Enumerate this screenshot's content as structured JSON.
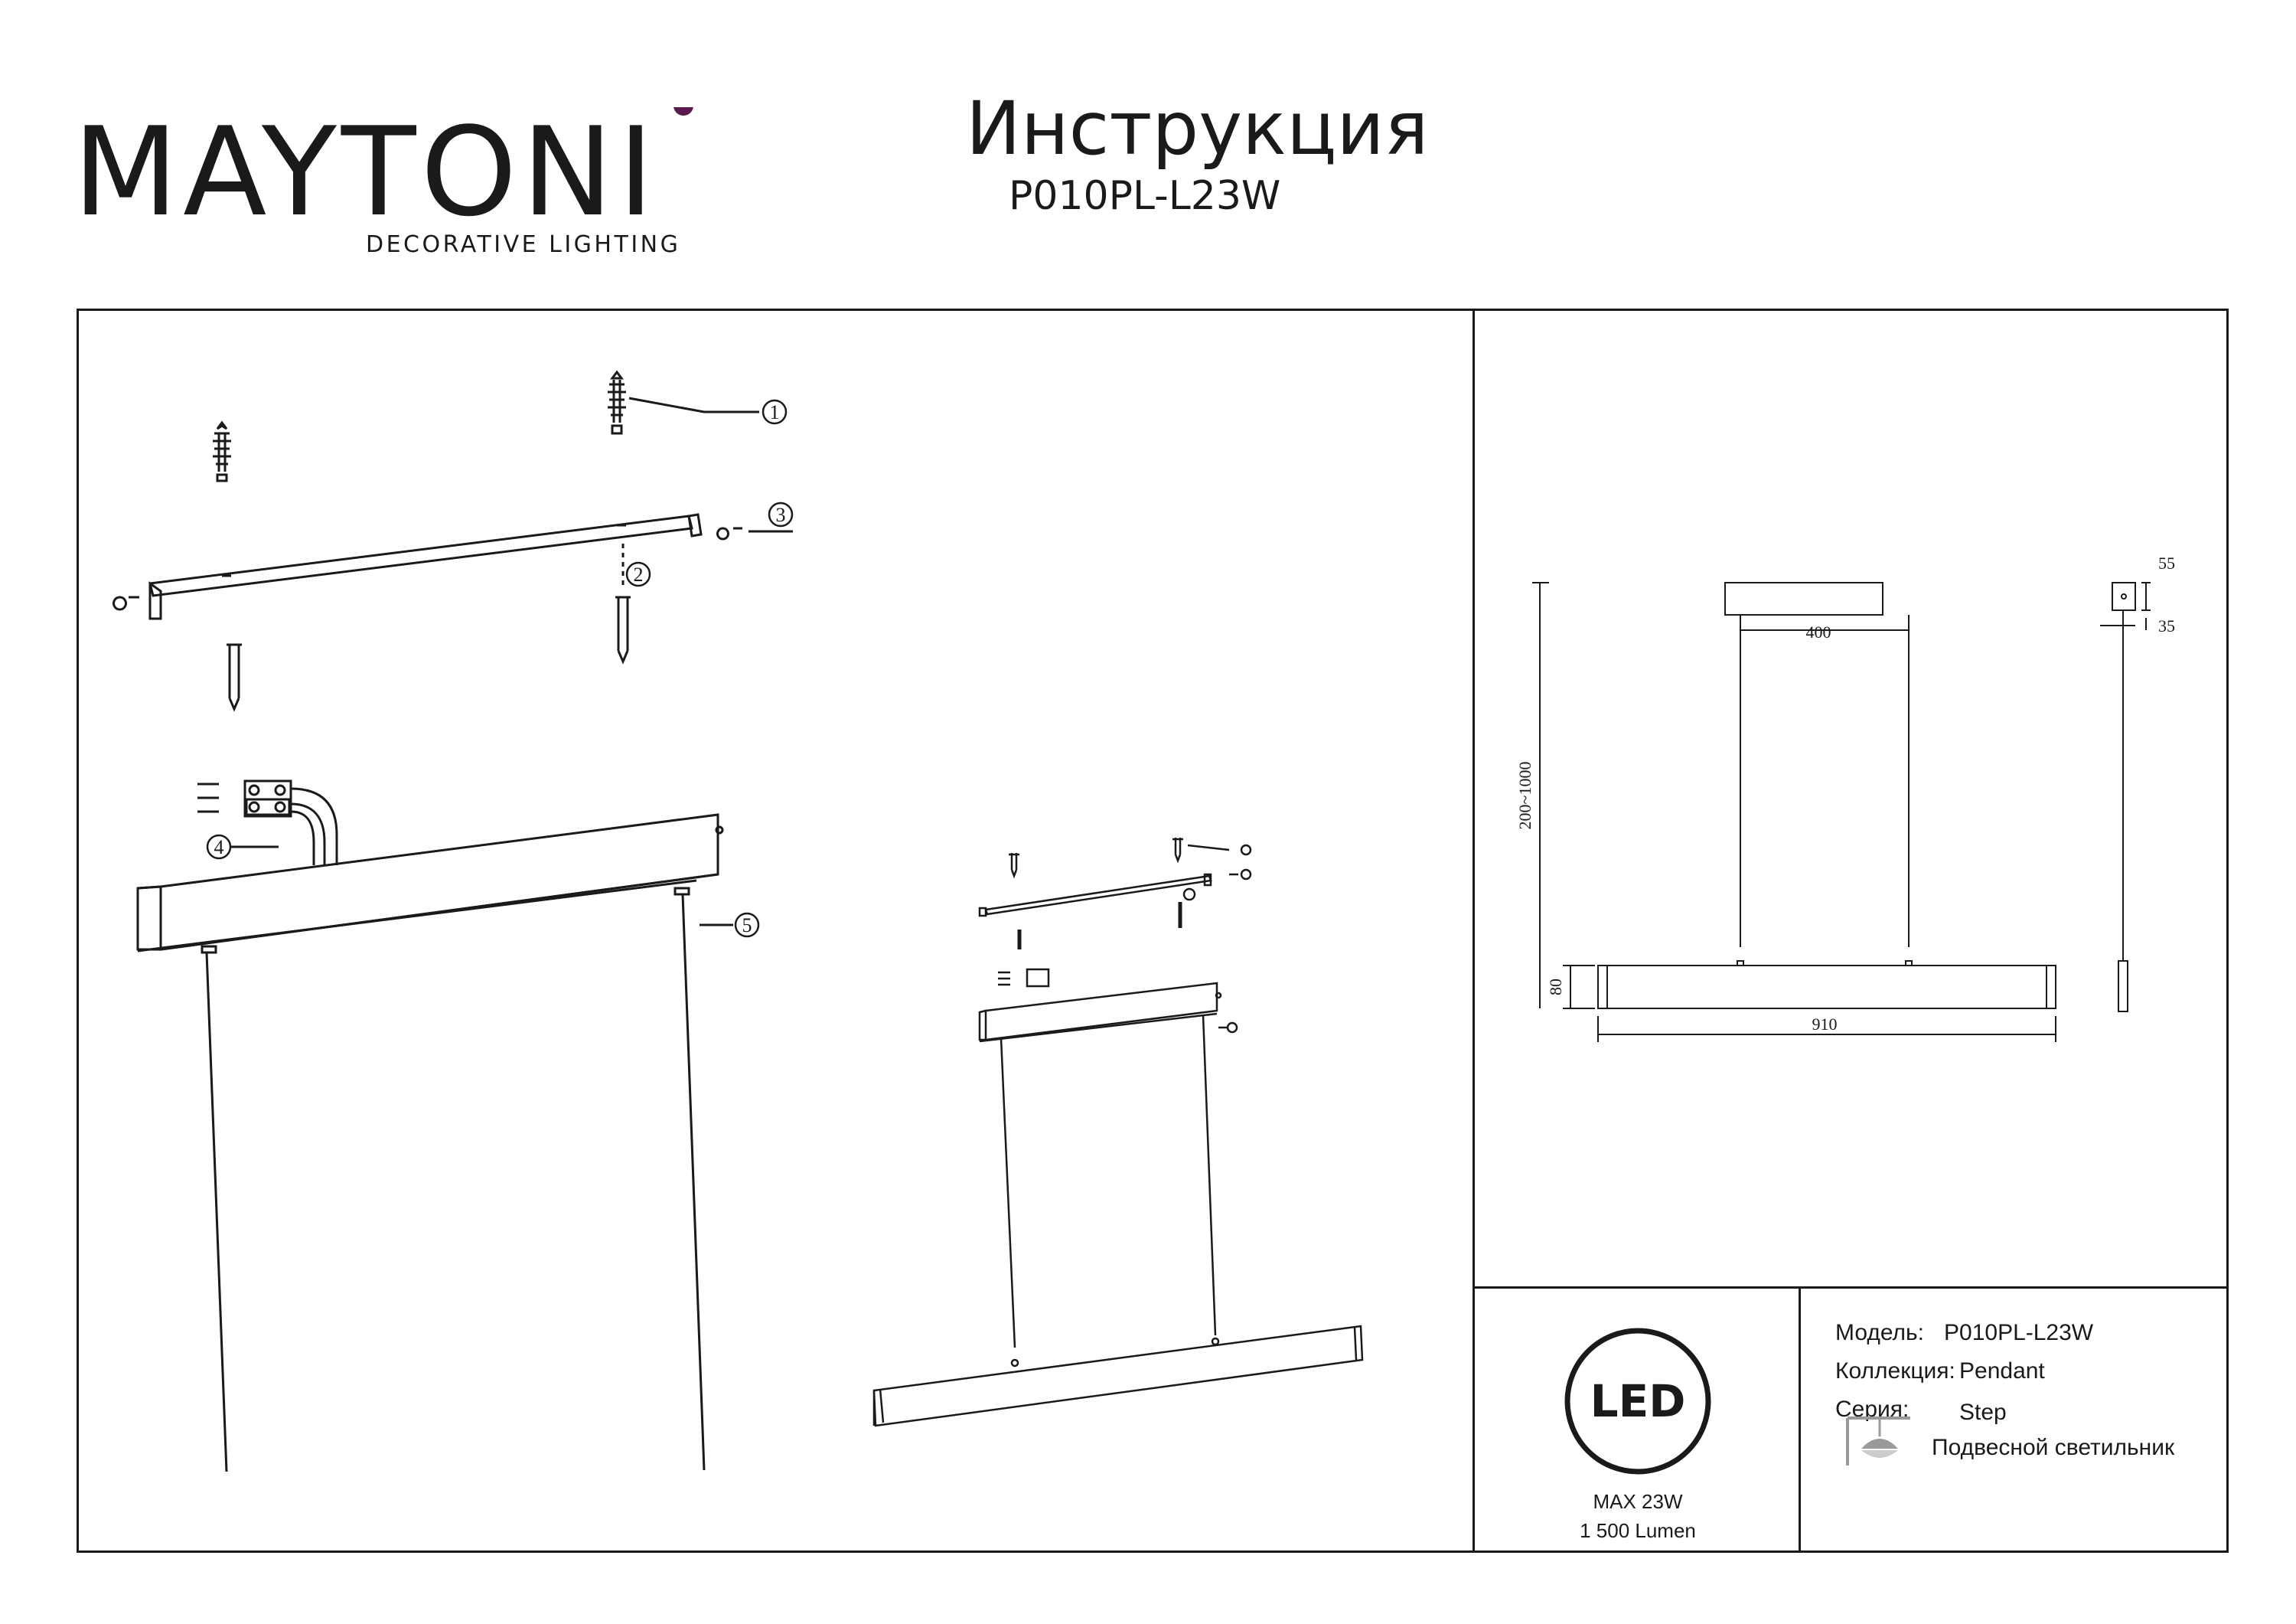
{
  "brand": {
    "name": "MAYTONI",
    "tagline": "DECORATIVE LIGHTING",
    "accent_color": "#5b1a4e"
  },
  "header": {
    "title": "Инструкция",
    "model": "P010PL-L23W"
  },
  "assembly": {
    "callouts": [
      "1",
      "2",
      "3",
      "4",
      "5"
    ]
  },
  "dimensions": {
    "canopy_width": "400",
    "cable_length": "200~1000",
    "body_height": "80",
    "body_length": "910",
    "canopy_height": "55",
    "canopy_depth": "35"
  },
  "led_box": {
    "icon": "led-icon",
    "label": "LED",
    "power": "MAX 23W",
    "flux": "1 500 Lumen"
  },
  "specs": {
    "model_label": "Модель:",
    "model_value": "P010PL-L23W",
    "collection_label": "Коллекция:",
    "collection_value": "Pendant",
    "series_label": "Серия:",
    "series_value": "Step",
    "type_icon": "pendant-lamp-icon",
    "type_value": "Подвесной светильник"
  }
}
